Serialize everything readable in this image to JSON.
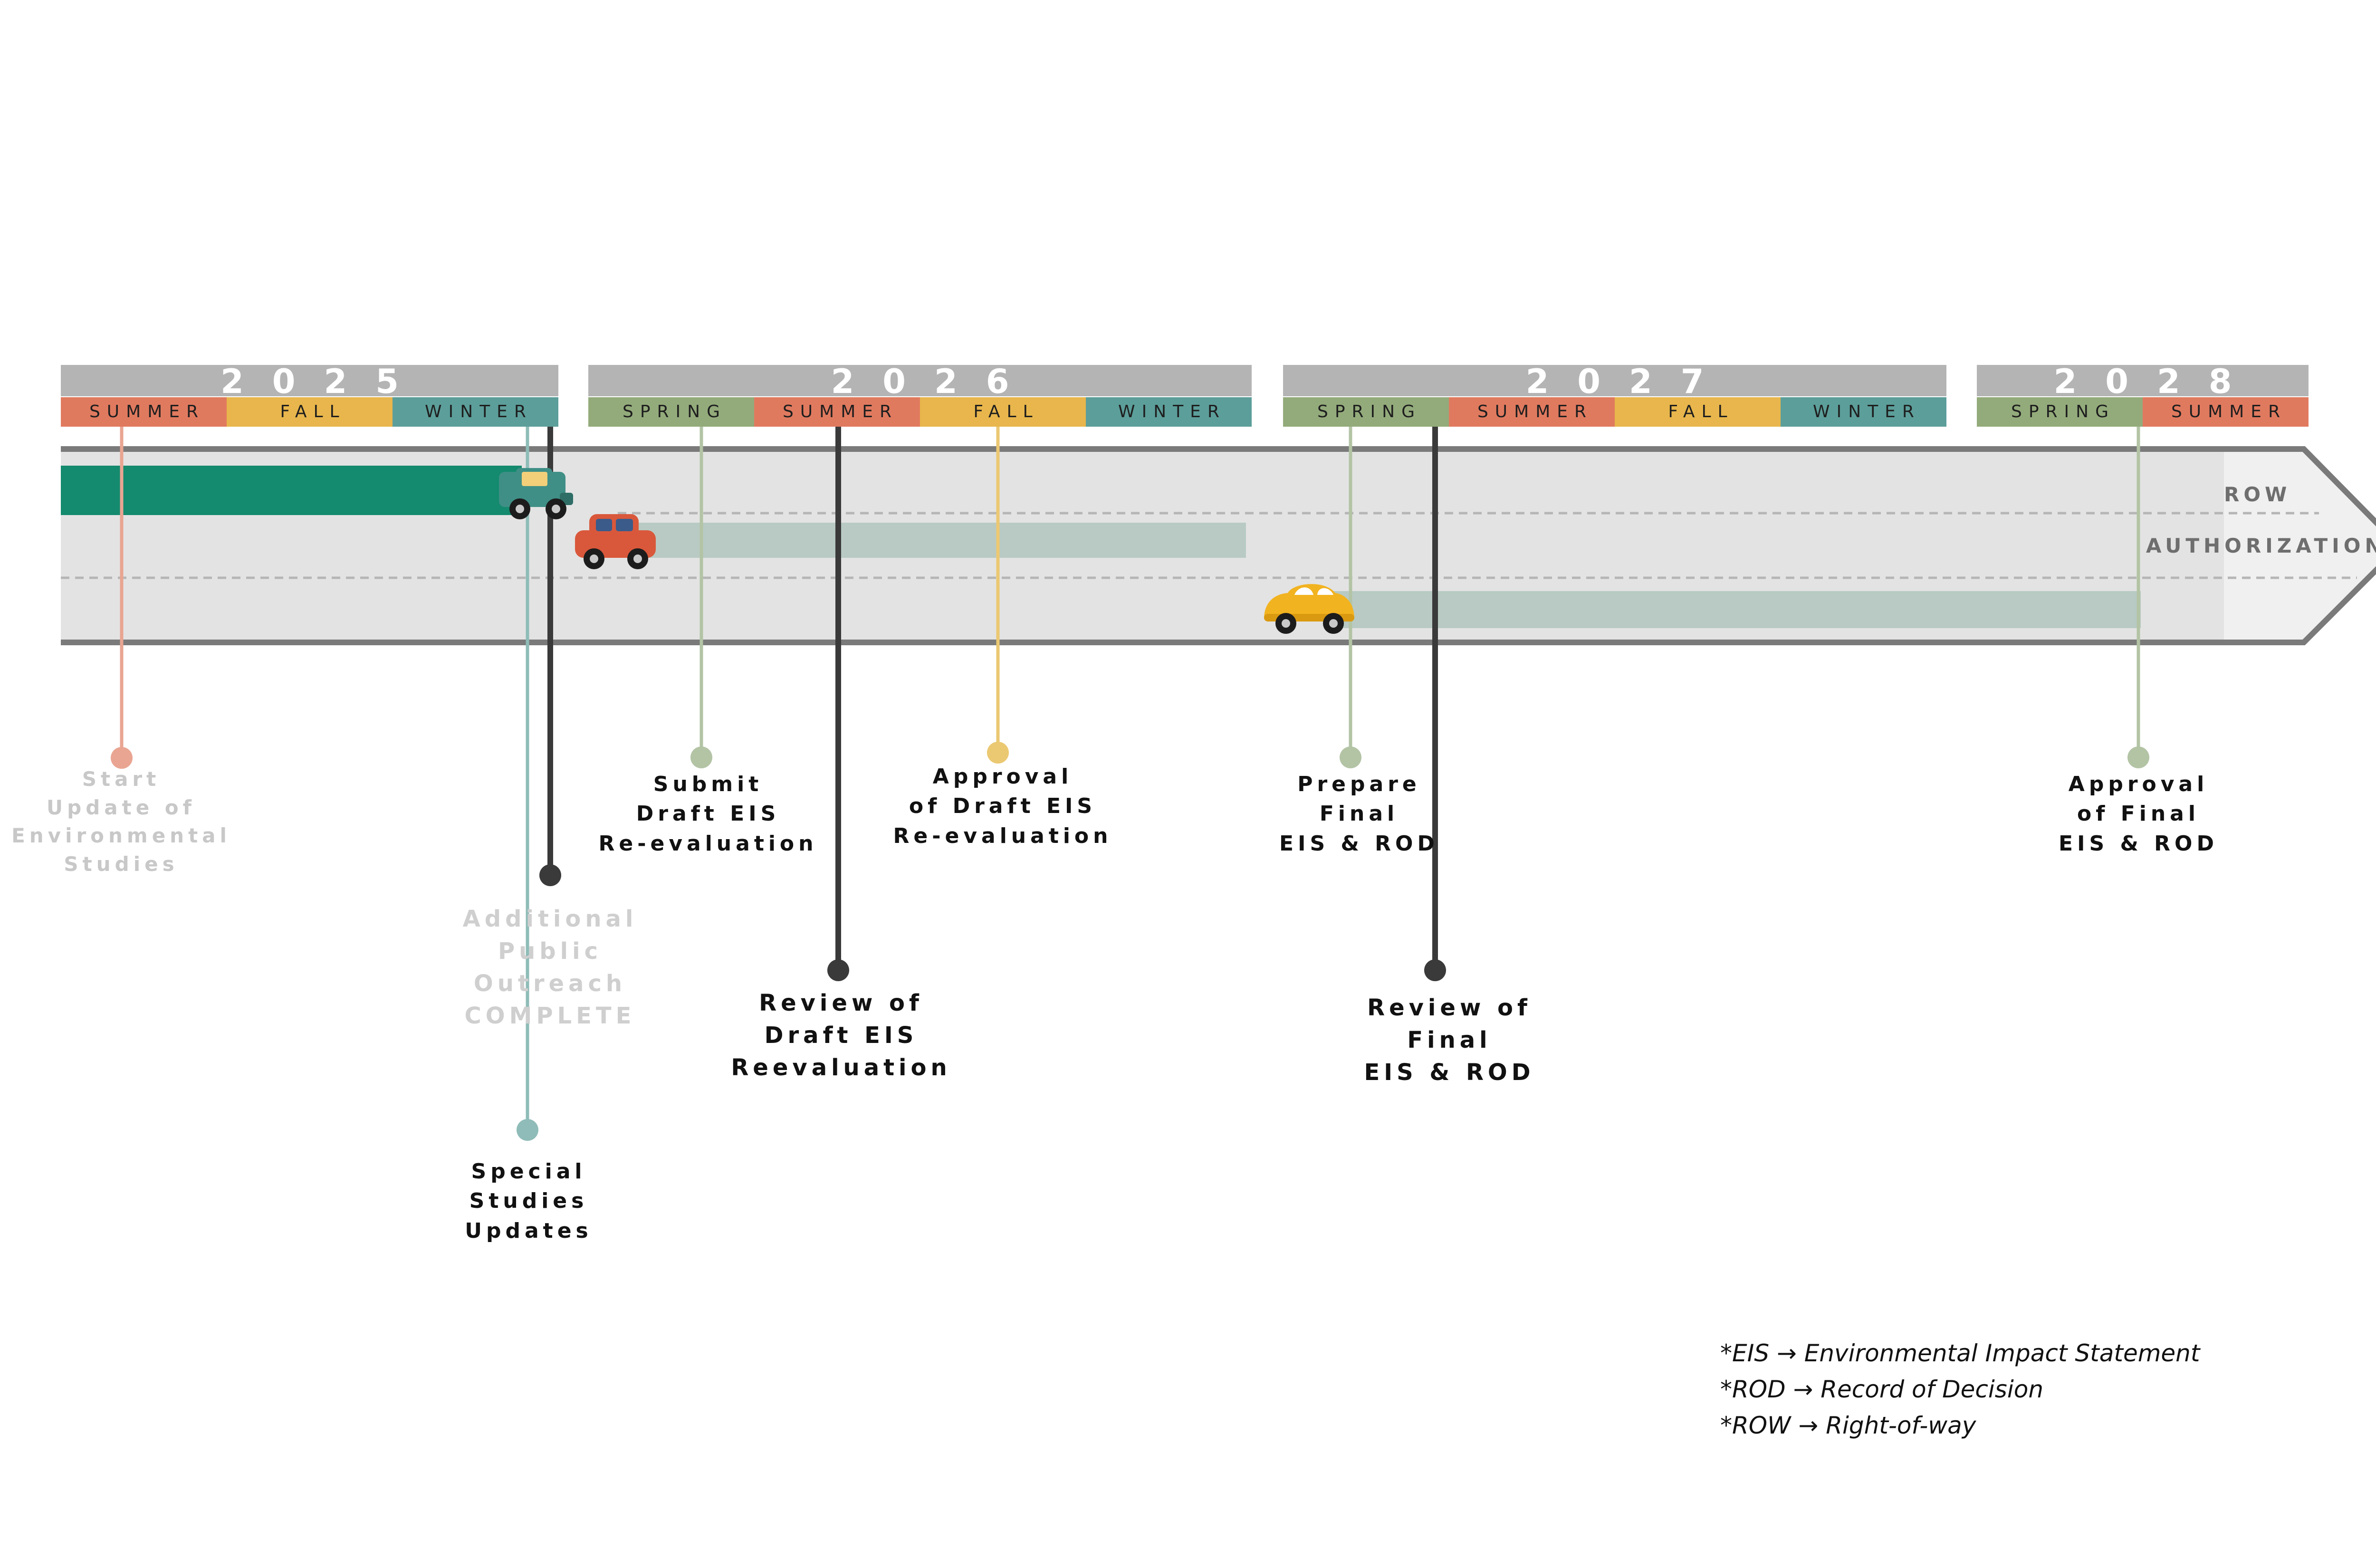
{
  "colors": {
    "summer": "#e07a5f",
    "fall": "#e8b64c",
    "winter": "#5c9e9a",
    "spring": "#93ab7b",
    "year_bar": "#b4b4b4",
    "road": "#e3e3e3",
    "road_tip": "#f0f0f0",
    "road_outline": "#7a7a7a",
    "progress_active": "#148a6e",
    "progress_planned": "#b8cac3"
  },
  "years": [
    {
      "label": "2025",
      "seasons": [
        "SUMMER",
        "FALL",
        "WINTER"
      ]
    },
    {
      "label": "2026",
      "seasons": [
        "SPRING",
        "SUMMER",
        "FALL",
        "WINTER"
      ]
    },
    {
      "label": "2027",
      "seasons": [
        "SPRING",
        "SUMMER",
        "FALL",
        "WINTER"
      ]
    },
    {
      "label": "2028",
      "seasons": [
        "SPRING",
        "SUMMER"
      ]
    }
  ],
  "destination": {
    "line1": "ROW",
    "line2": "AUTHORIZATION"
  },
  "vehicles": [
    {
      "icon": "green-truck-icon",
      "color": "#3f8f86"
    },
    {
      "icon": "red-car-icon",
      "color": "#d9583b"
    },
    {
      "icon": "yellow-beetle-icon",
      "color": "#f2b320"
    }
  ],
  "milestones": [
    {
      "name": "start-update-environmental-studies",
      "label": "Start\nUpdate of\nEnvironmental\nStudies",
      "color": "#e9a592",
      "text_color": "#c8c8c8"
    },
    {
      "name": "additional-public-outreach",
      "label": "Additional\nPublic\nOutreach\nCOMPLETE",
      "color": "#3a3a3a",
      "text_color": "#cfcfcf"
    },
    {
      "name": "special-studies-updates",
      "label": "Special\nStudies\nUpdates",
      "color": "#8fbcb8",
      "text_color": "#111111"
    },
    {
      "name": "submit-draft-eis",
      "label": "Submit\nDraft EIS\nRe-evaluation",
      "color": "#b3c4a5",
      "text_color": "#111111"
    },
    {
      "name": "review-draft-eis",
      "label": "Review of\nDraft EIS\nReevaluation",
      "color": "#3a3a3a",
      "text_color": "#111111"
    },
    {
      "name": "approval-draft-eis",
      "label": "Approval\nof Draft EIS\nRe-evaluation",
      "color": "#ebc872",
      "text_color": "#111111"
    },
    {
      "name": "prepare-final-eis-rod",
      "label": "Prepare\nFinal\nEIS & ROD",
      "color": "#b3c4a5",
      "text_color": "#111111"
    },
    {
      "name": "review-final-eis-rod",
      "label": "Review of\nFinal\nEIS & ROD",
      "color": "#3a3a3a",
      "text_color": "#111111"
    },
    {
      "name": "approval-final-eis-rod",
      "label": "Approval\nof Final\nEIS & ROD",
      "color": "#b3c4a5",
      "text_color": "#111111"
    }
  ],
  "legend": [
    "*EIS → Environmental Impact Statement",
    "*ROD → Record of Decision",
    "*ROW → Right-of-way"
  ]
}
